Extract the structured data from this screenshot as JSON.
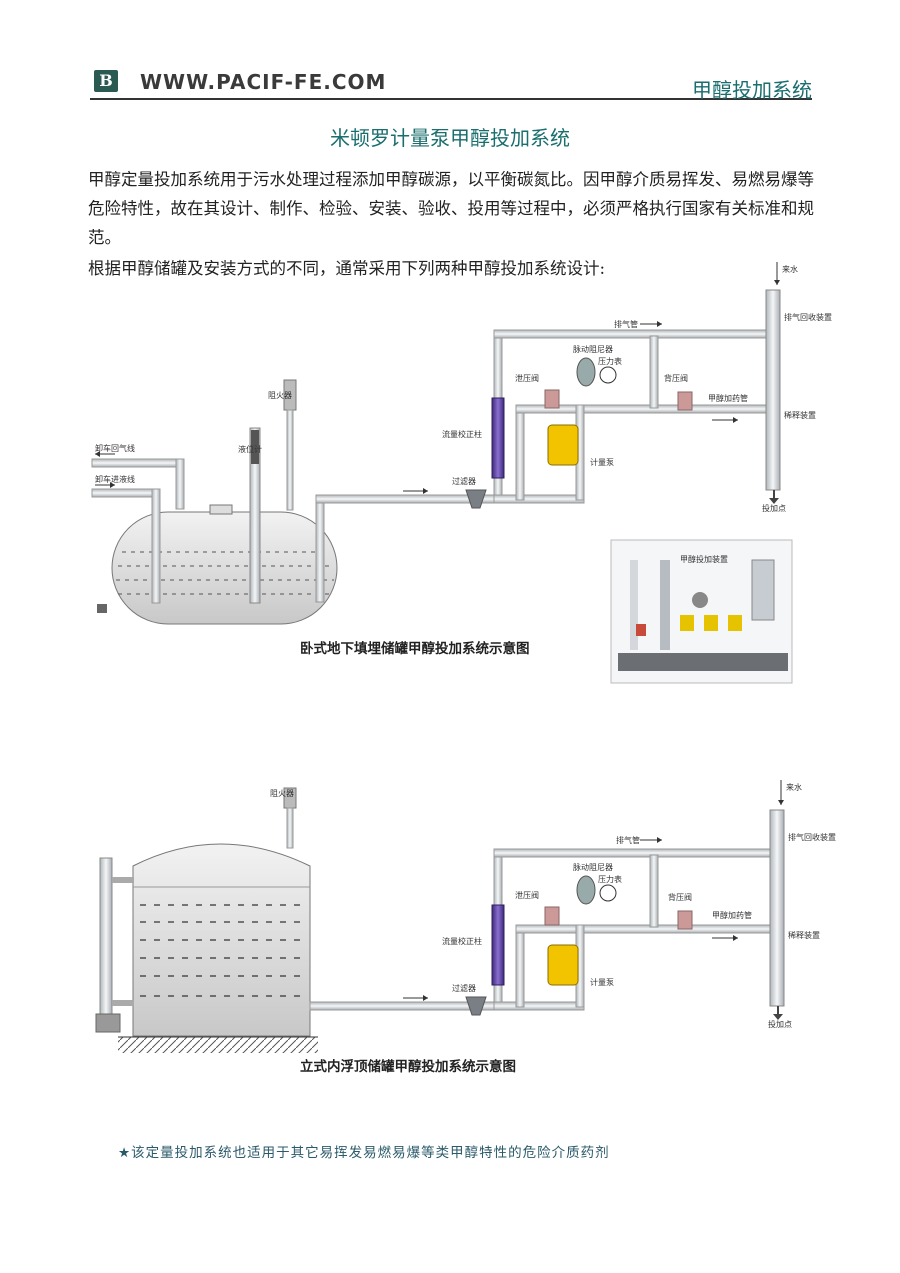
{
  "header": {
    "logo_glyph": "B",
    "site": "WWW.PACIF-FE.COM",
    "section": "甲醇投加系统"
  },
  "title": "米顿罗计量泵甲醇投加系统",
  "paragraphs": [
    "甲醇定量投加系统用于污水处理过程添加甲醇碳源，以平衡碳氮比。因甲醇介质易挥发、易燃易爆等危险特性，故在其设计、制作、检验、安装、验收、投用等过程中，必须严格执行国家有关标准和规范。",
    "根据甲醇储罐及安装方式的不同，通常采用下列两种甲醇投加系统设计:"
  ],
  "diagram1": {
    "caption": "卧式地下填埋储罐甲醇投加系统示意图",
    "labels": {
      "return_line": "卸车回气线",
      "feed_line": "卸车进液线",
      "flame_arrester": "阻火器",
      "level_gauge": "液位计",
      "filter": "过滤器",
      "calibration": "流量校正柱",
      "relief": "泄压阀",
      "damper": "脉动阻尼器",
      "gauge": "压力表",
      "back_pressure": "背压阀",
      "pump": "计量泵",
      "exhaust": "排气管",
      "dosing_pipe": "甲醇加药管",
      "water_in": "来水",
      "recovery": "排气回收装置",
      "dilution": "稀释装置",
      "dosing_point": "投加点"
    }
  },
  "photo": {
    "label": "甲醇投加装置"
  },
  "diagram2": {
    "caption": "立式内浮顶储罐甲醇投加系统示意图",
    "labels": {
      "flame_arrester": "阻火器",
      "filter": "过滤器",
      "calibration": "流量校正柱",
      "relief": "泄压阀",
      "damper": "脉动阻尼器",
      "gauge": "压力表",
      "back_pressure": "背压阀",
      "pump": "计量泵",
      "exhaust": "排气管",
      "dosing_pipe": "甲醇加药管",
      "water_in": "来水",
      "recovery": "排气回收装置",
      "dilution": "稀释装置",
      "dosing_point": "投加点"
    }
  },
  "footnote": "★该定量投加系统也适用于其它易挥发易燃易爆等类甲醇特性的危险介质药剂",
  "colors": {
    "accent": "#1a6e6e",
    "pump": "#f2c400",
    "column": "#5b3fa0",
    "pipe": "#c9ced2"
  }
}
